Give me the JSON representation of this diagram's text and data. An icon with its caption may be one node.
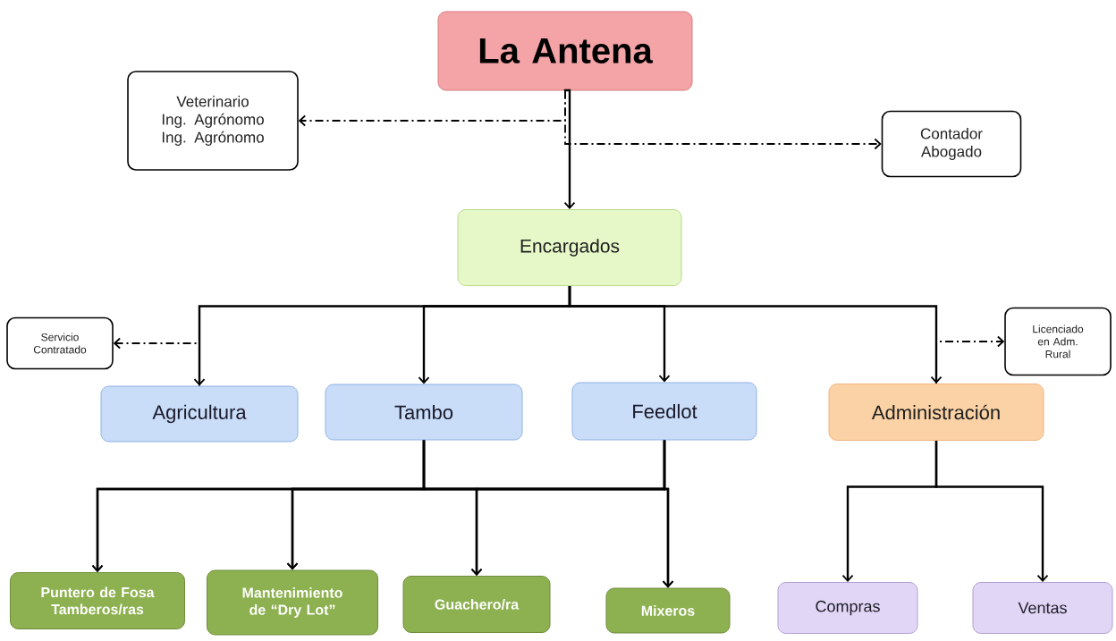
{
  "diagram": {
    "nodes": [
      {
        "text": [
          "La Antena"
        ]
      },
      {
        "text": [
          "Veterinario Ing. Agrónomo Ing. Agrónomo"
        ]
      },
      {
        "text": [
          "Contador Abogado"
        ]
      },
      {
        "text": [
          "Encargados"
        ]
      },
      {
        "text": [
          "Servicio Contratado"
        ]
      },
      {
        "text": [
          "Licenciado en Adm. Rural"
        ]
      },
      {
        "text": [
          "Agricultura"
        ]
      },
      {
        "text": [
          "Tambo"
        ]
      },
      {
        "text": [
          "Feedlot"
        ]
      },
      {
        "text": [
          "Administración"
        ]
      },
      {
        "text": [
          "Puntero de Fosa Tamberos/ras"
        ]
      },
      {
        "text": [
          "Mantenimiento de “Dry Lot”"
        ]
      },
      {
        "text": [
          "Guachero/ra"
        ]
      },
      {
        "text": [
          "Mixeros"
        ]
      },
      {
        "text": [
          "Compras"
        ]
      },
      {
        "text": [
          "Ventas"
        ]
      }
    ],
    "edges": [
      {
        "from": 0,
        "to": 1,
        "arrow": "to",
        "style": "dashed"
      },
      {
        "from": 0,
        "to": 2,
        "arrow": "to",
        "style": "dashed"
      },
      {
        "from": 0,
        "to": 3,
        "arrow": "to"
      },
      {
        "from": 3,
        "to": 6,
        "arrow": "to"
      },
      {
        "from": 3,
        "to": 7,
        "arrow": "to"
      },
      {
        "from": 3,
        "to": 8,
        "arrow": "to"
      },
      {
        "from": 3,
        "to": 9,
        "arrow": "to"
      },
      {
        "from": 6,
        "to": 4,
        "arrow": "to",
        "style": "dashed"
      },
      {
        "from": 9,
        "to": 5,
        "arrow": "to",
        "style": "dashed"
      },
      {
        "from": 7,
        "to": 10,
        "arrow": "to"
      },
      {
        "from": 7,
        "to": 11,
        "arrow": "to"
      },
      {
        "from": 7,
        "to": 12,
        "arrow": "to"
      },
      {
        "from": 7,
        "to": 13,
        "arrow": "to"
      },
      {
        "from": 8,
        "to": 10,
        "arrow": "to"
      },
      {
        "from": 8,
        "to": 11,
        "arrow": "to"
      },
      {
        "from": 8,
        "to": 12,
        "arrow": "to"
      },
      {
        "from": 8,
        "to": 13,
        "arrow": "to"
      },
      {
        "from": 9,
        "to": 14,
        "arrow": "to"
      },
      {
        "from": 9,
        "to": 15,
        "arrow": "to"
      }
    ]
  }
}
